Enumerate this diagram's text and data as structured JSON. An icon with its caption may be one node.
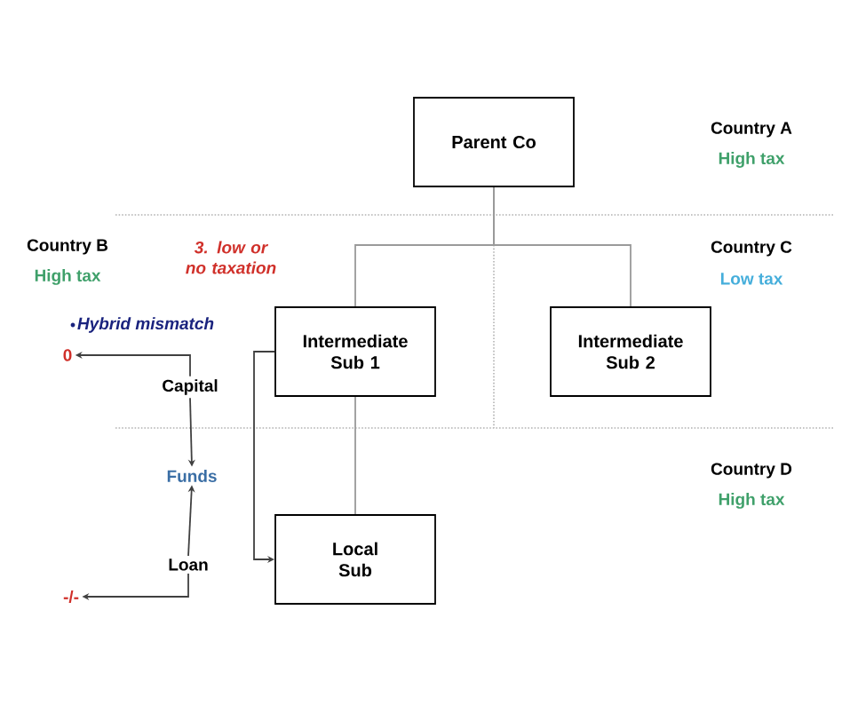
{
  "diagram": {
    "nodes": [
      {
        "text": [
          "Parent Co"
        ]
      },
      {
        "text": [
          "Intermediate Sub 1"
        ]
      },
      {
        "text": [
          "Intermediate Sub 2"
        ]
      },
      {
        "text": [
          "Local Sub"
        ]
      },
      {
        "text": [
          "Capital"
        ]
      },
      {
        "text": [
          "Funds"
        ]
      },
      {
        "text": [
          "Loan"
        ]
      },
      {
        "text": [
          "0"
        ]
      },
      {
        "text": [
          "-/-"
        ]
      }
    ],
    "edges": [
      {
        "from": 0,
        "to": 1,
        "arrow": "none",
        "color": "#9a9a9a"
      },
      {
        "from": 0,
        "to": 2,
        "arrow": "none",
        "color": "#9a9a9a"
      },
      {
        "from": 1,
        "to": 3,
        "arrow": "none",
        "color": "#9a9a9a"
      },
      {
        "from": 1,
        "to": 3,
        "arrow": "to"
      },
      {
        "from": 4,
        "to": 7,
        "arrow": "to"
      },
      {
        "from": 4,
        "to": 5,
        "arrow": "to"
      },
      {
        "from": 6,
        "to": 5,
        "arrow": "to"
      },
      {
        "from": 6,
        "to": 8,
        "arrow": "to"
      }
    ],
    "labels": [
      "Country A",
      "High tax",
      "Country B",
      "High tax",
      "3. low or no taxation",
      "Country C",
      "Low tax",
      "Hybrid mismatch",
      "Country D",
      "High tax"
    ]
  }
}
